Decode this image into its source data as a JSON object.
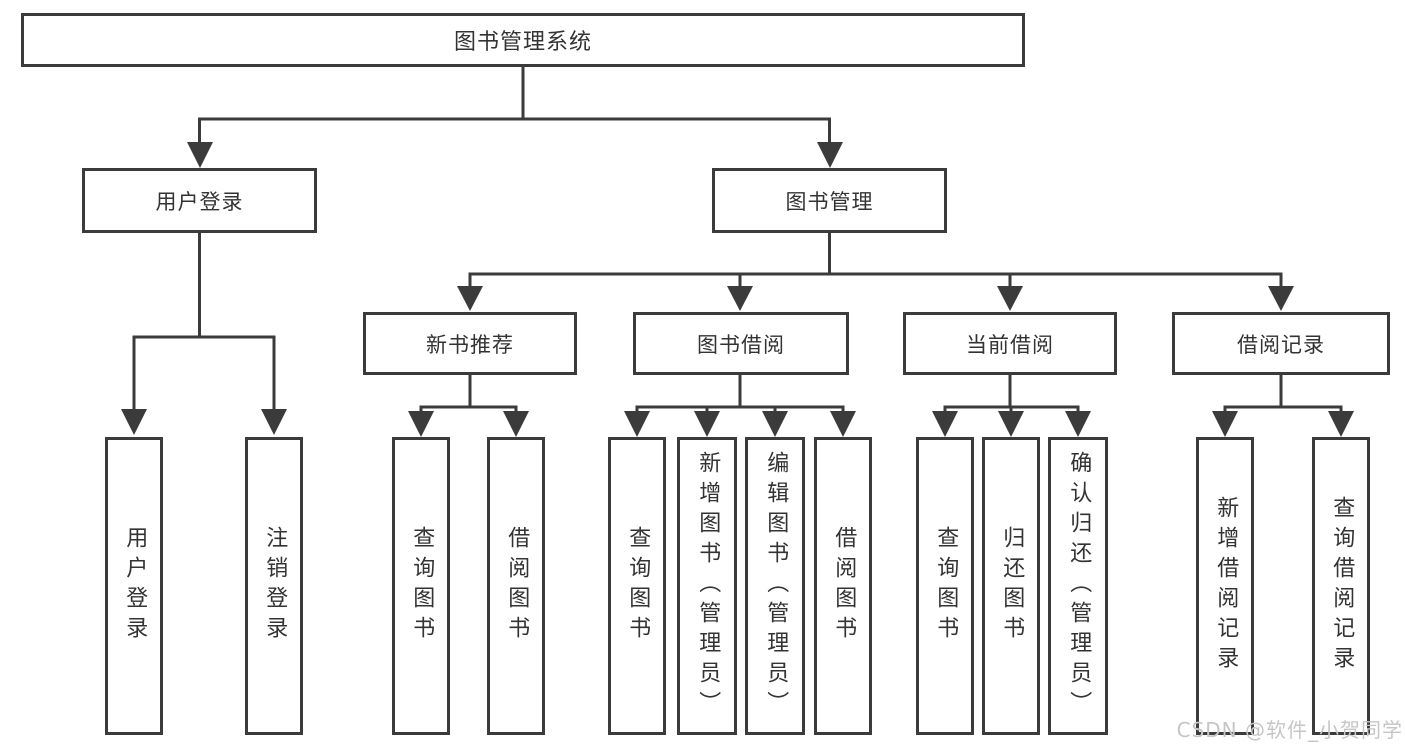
{
  "diagram": {
    "root": {
      "label": "图书管理系统"
    },
    "branches": [
      {
        "label": "用户登录",
        "children": [
          {
            "label": "用户登录"
          },
          {
            "label": "注销登录"
          }
        ]
      },
      {
        "label": "图书管理",
        "groups": [
          {
            "label": "新书推荐",
            "children": [
              {
                "label": "查询图书"
              },
              {
                "label": "借阅图书"
              }
            ]
          },
          {
            "label": "图书借阅",
            "children": [
              {
                "label": "查询图书"
              },
              {
                "label": "新增图书（管理员）"
              },
              {
                "label": "编辑图书（管理员）"
              },
              {
                "label": "借阅图书"
              }
            ]
          },
          {
            "label": "当前借阅",
            "children": [
              {
                "label": "查询图书"
              },
              {
                "label": "归还图书"
              },
              {
                "label": "确认归还（管理员）"
              }
            ]
          },
          {
            "label": "借阅记录",
            "children": [
              {
                "label": "新增借阅记录"
              },
              {
                "label": "查询借阅记录"
              }
            ]
          }
        ]
      }
    ]
  },
  "watermark": {
    "label": "CSDN @软件_小贺同学"
  },
  "colors": {
    "line": "#3b3b3b",
    "text": "#333333",
    "watermark": "#c6c6c6",
    "background": "#ffffff"
  }
}
